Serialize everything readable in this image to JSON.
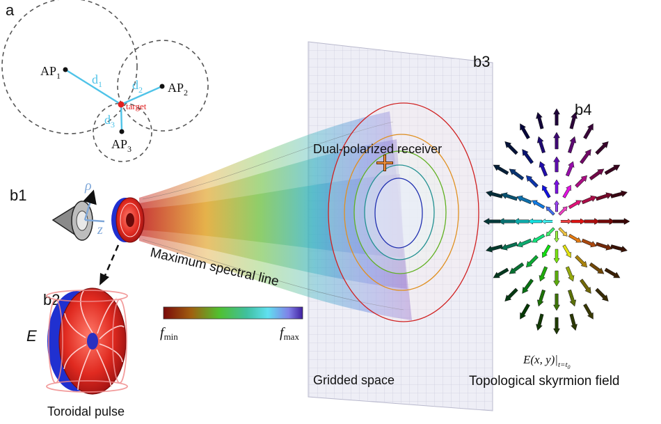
{
  "panels": {
    "a": "a",
    "b1": "b1",
    "b2": "b2",
    "b3": "b3",
    "b4": "b4"
  },
  "panel_a": {
    "ap1": "AP",
    "ap1_sub": "1",
    "ap2": "AP",
    "ap2_sub": "2",
    "ap3": "AP",
    "ap3_sub": "3",
    "d1": "d",
    "d1_sub": "1",
    "d2": "d",
    "d2_sub": "2",
    "d3": "d",
    "d3_sub": "3",
    "target": "target"
  },
  "panel_b1": {
    "rho": "ρ",
    "z": "z"
  },
  "beam_label": "Maximum spectral line",
  "receiver_label": "Dual-polarized receiver",
  "colorbar": {
    "fmin": "f",
    "fmin_sub": "min",
    "fmax": "f",
    "fmax_sub": "max"
  },
  "panel_b2": {
    "field_label": "E",
    "caption": "Toroidal pulse"
  },
  "panel_b3": {
    "caption": "Gridded space"
  },
  "panel_b4": {
    "equation": "E(x, y)|",
    "equation_sub": "t=t",
    "equation_subsub": "0",
    "caption": "Topological skyrmion field"
  },
  "colors": {
    "dashed_circle": "#555555",
    "distance_line": "#4fc3e8",
    "target_dot": "#e02020",
    "torus": "#e03030",
    "torus_back": "#2030d0",
    "ring_red": "#d02020",
    "ring_orange": "#e09020",
    "ring_green": "#60b020",
    "ring_teal": "#209090",
    "ring_blue": "#2030b0"
  }
}
